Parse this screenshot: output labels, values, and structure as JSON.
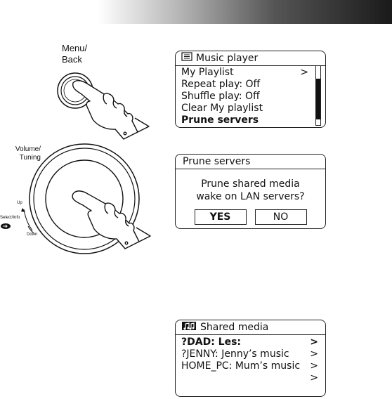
{
  "controls": {
    "menu_back_line1": "Menu/",
    "menu_back_line2": "Back",
    "volume_line1": "Volume/",
    "volume_line2": "Tuning",
    "up": "Up",
    "select_info": "Select/Info",
    "down": "Down"
  },
  "screen1": {
    "title": "Music player",
    "icon": "list-icon",
    "items": [
      {
        "label": "My Playlist",
        "arrow": ">"
      },
      {
        "label": "Repeat play: Off",
        "arrow": ""
      },
      {
        "label": "Shuffle play: Off",
        "arrow": ""
      },
      {
        "label": "Clear My playlist",
        "arrow": ""
      },
      {
        "label": "Prune servers",
        "arrow": ""
      }
    ]
  },
  "screen2": {
    "title": "Prune servers",
    "prompt_line1": "Prune shared media",
    "prompt_line2": "wake on LAN servers?",
    "yes": "YES",
    "no": "NO"
  },
  "screen3": {
    "title": "Shared media",
    "icon": "music-notes-icon",
    "items": [
      {
        "label": "?DAD: Les:",
        "arrow": ">"
      },
      {
        "label": "?JENNY: Jenny’s music",
        "arrow": ">"
      },
      {
        "label": "HOME_PC: Mum’s music",
        "arrow": ">"
      },
      {
        "label": "",
        "arrow": ">"
      }
    ]
  }
}
